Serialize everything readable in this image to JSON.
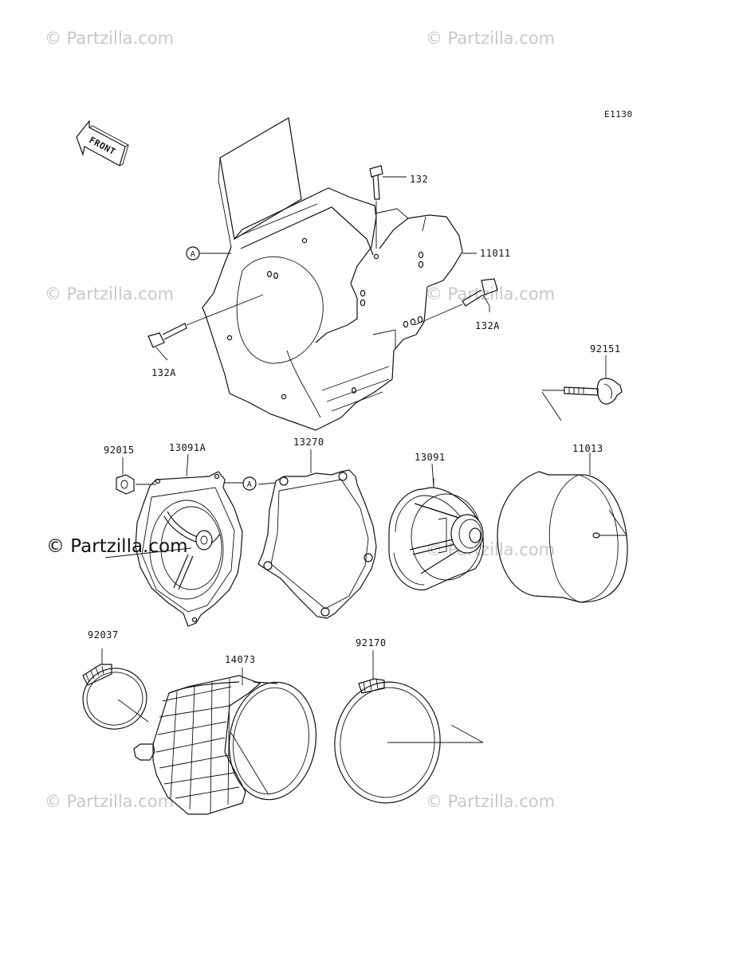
{
  "diagram_code": "E1130",
  "front_arrow_text": "FRONT",
  "watermark_text": "© Partzilla.com",
  "colors": {
    "line": "#111111",
    "watermark": "#c8c8c8",
    "background": "#ffffff"
  },
  "callouts": {
    "p132": "132",
    "p11011": "11011",
    "pA_upper": "A",
    "p132A_right": "132A",
    "p132A_left": "132A",
    "p92151": "92151",
    "p92015": "92015",
    "p13091A": "13091A",
    "pA_lower": "A",
    "p13270": "13270",
    "p13091": "13091",
    "p11013": "11013",
    "p92037": "92037",
    "p14073": "14073",
    "p92170": "92170"
  }
}
